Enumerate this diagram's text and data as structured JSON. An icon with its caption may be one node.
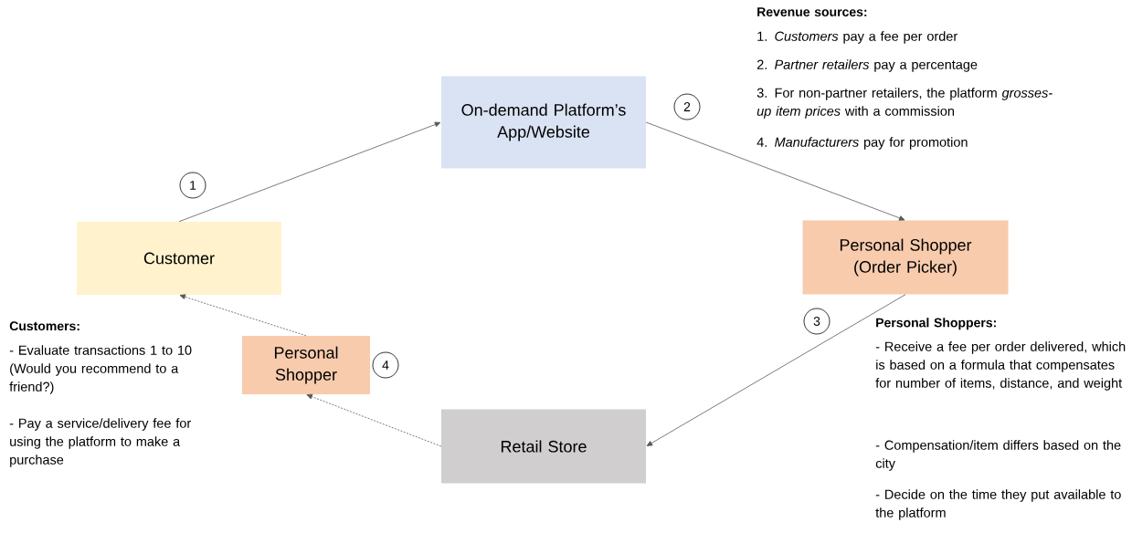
{
  "diagram": {
    "nodes": [
      {
        "text": [
          "Customer"
        ]
      },
      {
        "text": [
          "On-demand Platform’s App/Website"
        ]
      },
      {
        "text": [
          "Personal Shopper (Order Picker)"
        ]
      },
      {
        "text": [
          "Retail Store"
        ]
      },
      {
        "text": [
          "Personal Shopper"
        ]
      }
    ],
    "edges": [
      {
        "from": 0,
        "to": 1,
        "arrow": "to"
      },
      {
        "from": 1,
        "to": 2,
        "arrow": "to"
      },
      {
        "from": 2,
        "to": 3,
        "arrow": "to"
      },
      {
        "from": 3,
        "to": 4,
        "arrow": "to",
        "style": "dashed"
      },
      {
        "from": 4,
        "to": 0,
        "arrow": "to",
        "style": "dashed"
      }
    ],
    "labels": [
      "Revenue sources:",
      "1. *Customers* pay a fee per order",
      "2. *Partner retailers* pay a percentage",
      "3. For non-partner retailers, the platform *grosses-up item prices* with a commission",
      "4. *Manufacturers* pay for promotion",
      "1",
      "2",
      "3",
      "4",
      "Customers:",
      "- Evaluate transactions 1 to 10 (Would you recommend to a friend?)",
      "- Pay a service/delivery fee for using the platform to make a purchase",
      "Personal Shoppers:",
      "- Receive a fee per order delivered, which is based on a formula that compensates for number of items, distance, and weight",
      "- Compensation/item differs based on the city",
      "- Decide on the time they put available to the platform"
    ]
  }
}
